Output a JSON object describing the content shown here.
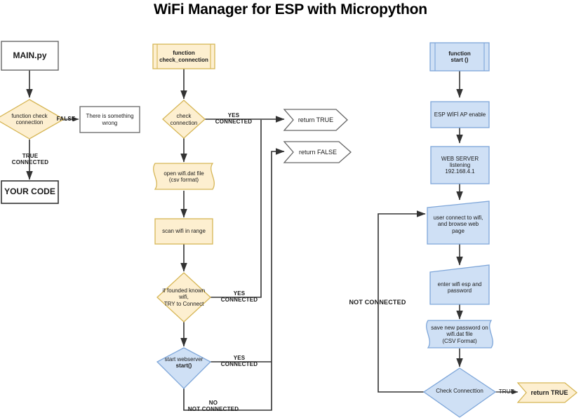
{
  "title": "WiFi Manager for ESP with Micropython",
  "colors": {
    "yellow_fill": "#fdefd0",
    "yellow_stroke": "#d6b656",
    "blue_fill": "#cfe0f5",
    "blue_stroke": "#7ea6d9",
    "white_fill": "#ffffff",
    "gray_stroke": "#666666",
    "connector": "#333333"
  },
  "left_column": {
    "main_py": "MAIN.py",
    "check_connection_decision": "function check\nconnection",
    "false_label": "FALSE",
    "something_wrong": "There is something\nwrong",
    "true_connected_label": "TRUE\nCONNECTED",
    "your_code": "YOUR CODE"
  },
  "middle_column": {
    "function_header": "function\ncheck_connection",
    "check_connection_decision": "check\nconnection",
    "yes_connected_label_1": "YES\nCONNECTED",
    "return_true": "return TRUE",
    "return_false": "return FALSE",
    "open_file": "open wifi.dat file\n(csv format)",
    "scan_wifi": "scan wifi in range",
    "if_founded": "if founded known\nwifi,\nTRY to Connect",
    "yes_connected_label_2": "YES\nCONNECTED",
    "start_webserver": "start webserver",
    "start_webserver_bold": "start()",
    "yes_connected_label_3": "YES\nCONNECTED",
    "no_not_connected_label": "NO\nNOT CONNECTED"
  },
  "right_column": {
    "function_header": "function\nstart ()",
    "ap_enable": "ESP WİFİ AP enable",
    "web_server": "WEB SERVER\nlistening\n192.168.4.1",
    "user_connect": "user connect to wifi,\nand browse web\npage",
    "enter_credentials": "enter wifi esp and\npassword",
    "save_password": "save new password on\nwifi.dat file\n(CSV Format)",
    "check_connection_decision": "Check Connecttion",
    "true_label": "TRUE",
    "return_true": "return TRUE",
    "not_connected_label": "NOT CONNECTED"
  }
}
